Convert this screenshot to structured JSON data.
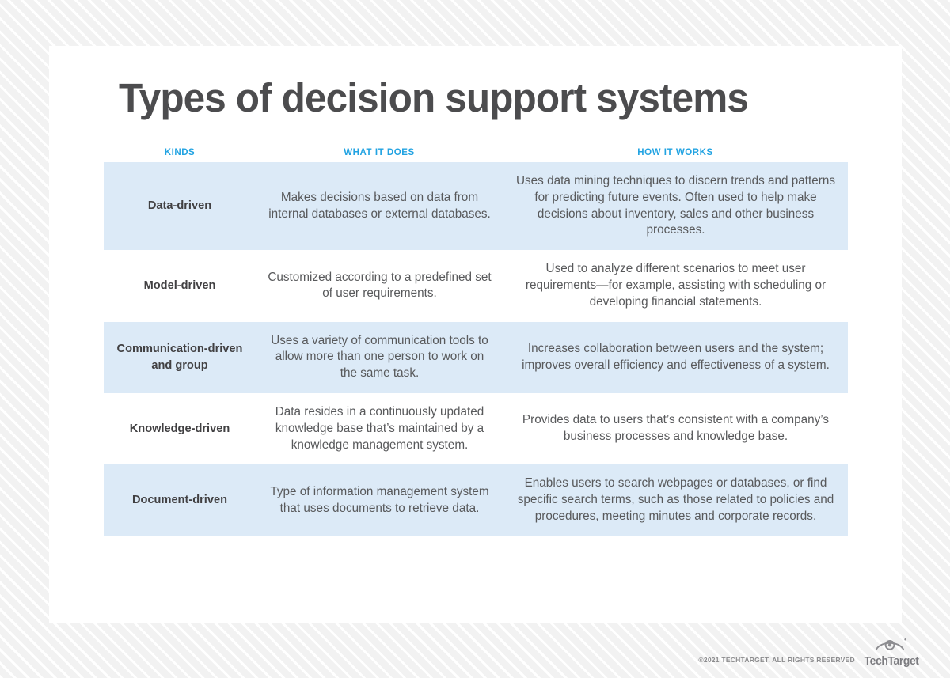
{
  "page": {
    "title": "Types of decision support systems"
  },
  "table": {
    "headers": [
      "KINDS",
      "WHAT IT DOES",
      "HOW IT WORKS"
    ],
    "header_color": "#22a3e2",
    "shaded_row_color": "#dceaf7",
    "rows": [
      {
        "kind": "Data-driven",
        "what_it_does": "Makes decisions based on data from internal databases or external databases.",
        "how_it_works": "Uses data mining techniques to discern trends and patterns for predicting future events. Often used to help make decisions about inventory, sales and other business processes.",
        "shaded": true
      },
      {
        "kind": "Model-driven",
        "what_it_does": "Customized according to a predefined set of user requirements.",
        "how_it_works": "Used to analyze different scenarios to meet user requirements—for example, assisting with scheduling or developing financial statements.",
        "shaded": false
      },
      {
        "kind": "Communication-driven and group",
        "what_it_does": "Uses a variety of communication tools to allow more than one person to work on the same task.",
        "how_it_works": "Increases collaboration between users and the system; improves overall efficiency and effectiveness of a system.",
        "shaded": true
      },
      {
        "kind": "Knowledge-driven",
        "what_it_does": "Data resides in a continuously updated knowledge base that’s maintained by a knowledge management system.",
        "how_it_works": "Provides data to users that’s consistent with a company’s business processes and knowledge base.",
        "shaded": false
      },
      {
        "kind": "Document-driven",
        "what_it_does": "Type of information management system that uses documents to retrieve data.",
        "how_it_works": "Enables users to search webpages or databases, or find specific search terms, such as those related to policies and procedures, meeting minutes and corporate records.",
        "shaded": true
      }
    ]
  },
  "footer": {
    "copyright": "©2021 TECHTARGET. ALL RIGHTS RESERVED",
    "brand": "TechTarget",
    "logo_icon": "eye-icon"
  }
}
